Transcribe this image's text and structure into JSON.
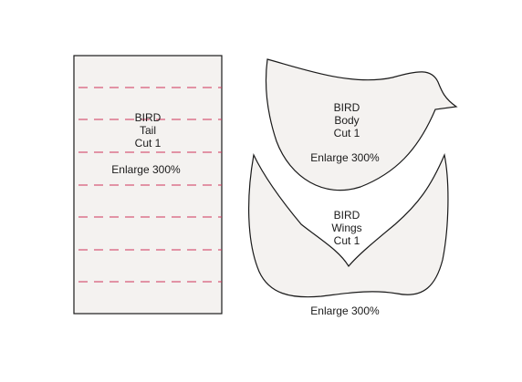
{
  "colors": {
    "piece_fill": "#f4f2f0",
    "outline": "#1a1a1a",
    "fold_lines": "#d0345a",
    "text": "#1a1a1a"
  },
  "tail": {
    "title": "BIRD",
    "part": "Tail",
    "cut": "Cut 1",
    "enlarge": "Enlarge 300%"
  },
  "body": {
    "title": "BIRD",
    "part": "Body",
    "cut": "Cut 1",
    "enlarge": "Enlarge 300%"
  },
  "wings": {
    "title": "BIRD",
    "part": "Wings",
    "cut": "Cut 1",
    "enlarge": "Enlarge 300%"
  }
}
